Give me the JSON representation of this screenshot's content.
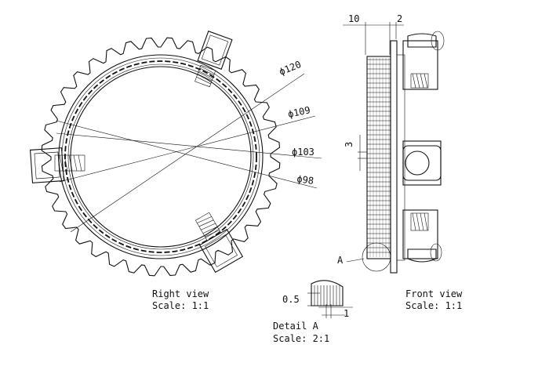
{
  "right_view": {
    "diameters": [
      "ϕ120",
      "ϕ109",
      "ϕ103",
      "ϕ98"
    ],
    "caption_title": "Right view",
    "caption_scale": "Scale:  1:1"
  },
  "front_view": {
    "dim_top_left": "10",
    "dim_top_right": "2",
    "dim_side": "3",
    "detail_marker": "A",
    "caption_title": "Front view",
    "caption_scale": "Scale:   1:1"
  },
  "detail_a": {
    "dim_height": "0.5",
    "dim_width": "1",
    "caption_title": "Detail A",
    "caption_scale": "Scale:  2:1"
  }
}
